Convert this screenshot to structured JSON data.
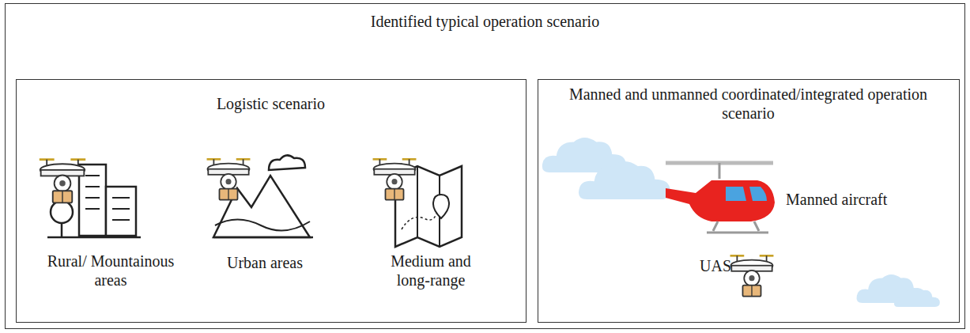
{
  "diagram": {
    "nodes": [
      {
        "text": [
          "Identified typical operation scenario"
        ]
      },
      {
        "text": [
          "Logistic scenario"
        ],
        "in": 0
      },
      {
        "text": [
          "Manned and unmanned coordinated/integrated operation scenario"
        ],
        "in": 0
      }
    ],
    "labels": [
      "Rural/ Mountainous areas",
      "Urban areas",
      "Medium and long-range",
      "Manned aircraft",
      "UAS"
    ]
  }
}
